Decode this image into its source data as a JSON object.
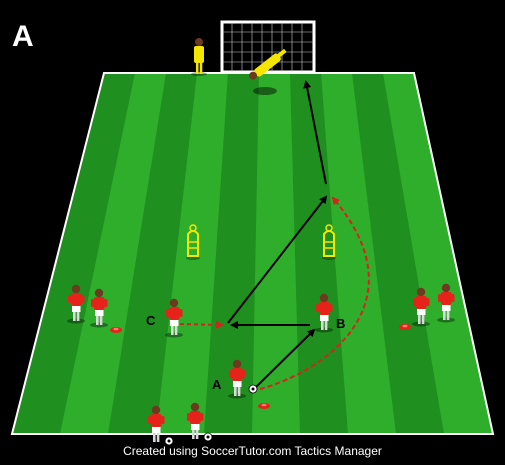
{
  "diagram": {
    "panel_label": "A",
    "credit": "Created using SoccerTutor.com Tactics Manager",
    "player_labels": {
      "a": "A",
      "b": "B",
      "c": "C"
    },
    "colors": {
      "grass_light": "#2fae2b",
      "grass_dark": "#1f8f1f",
      "frame": "#000000",
      "player_shirt": "#e5231b",
      "player_shorts": "#ffffff",
      "keeper": "#f5e600",
      "mannequin": "#f5e600",
      "pass_arrow": "#000000",
      "run_arrow": "#d6231b",
      "cone": "#e5231b"
    }
  }
}
